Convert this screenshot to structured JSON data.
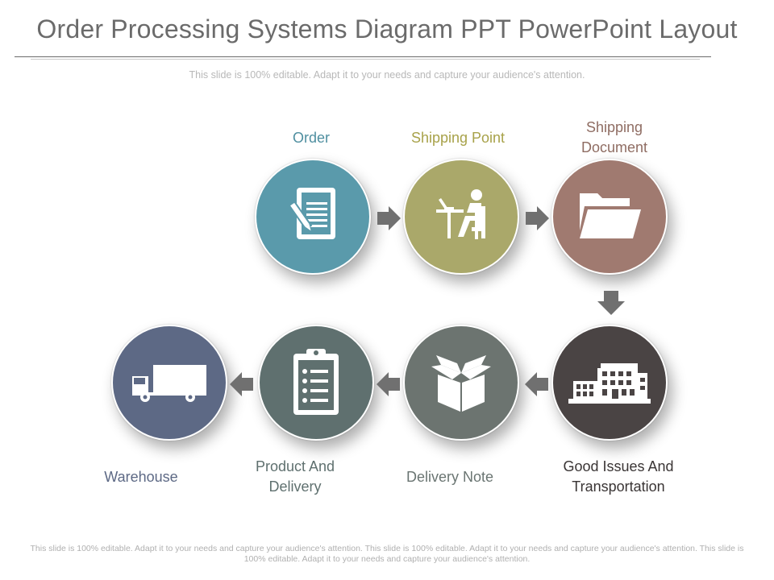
{
  "header": {
    "title": "Order Processing Systems Diagram PPT PowerPoint Layout",
    "subtitle": "This slide is 100% editable. Adapt it to your needs and capture your audience's attention."
  },
  "footer": {
    "text": "This slide is 100% editable. Adapt it to your needs and capture your audience's attention. This slide is 100% editable. Adapt it to your needs and capture your audience's attention. This slide is 100% editable. Adapt it to your needs and capture your audience's attention."
  },
  "steps": [
    {
      "label_line1": "Order",
      "label_line2": "",
      "icon": "document-pen-icon",
      "color": "#5a9aab"
    },
    {
      "label_line1": "Shipping Point",
      "label_line2": "",
      "icon": "person-at-desk-icon",
      "color": "#aaa86a"
    },
    {
      "label_line1": "Shipping",
      "label_line2": "Document",
      "icon": "folder-icon",
      "color": "#a07a70"
    },
    {
      "label_line1": "Good Issues And",
      "label_line2": "Transportation",
      "icon": "building-icon",
      "color": "#4a4444"
    },
    {
      "label_line1": "Delivery Note",
      "label_line2": "",
      "icon": "open-box-icon",
      "color": "#6c7470"
    },
    {
      "label_line1": "Product And",
      "label_line2": "Delivery",
      "icon": "clipboard-checklist-icon",
      "color": "#5f706f"
    },
    {
      "label_line1": "Warehouse",
      "label_line2": "",
      "icon": "truck-icon",
      "color": "#5d6985"
    }
  ],
  "colors": {
    "arrow": "#707070",
    "label_order": "#4f8fa0",
    "label_shipping_point": "#a8a24a",
    "label_shipping_document": "#8f6d63",
    "label_good_issues": "#3a3535",
    "label_delivery_note": "#6a7572",
    "label_product_delivery": "#5f706f",
    "label_warehouse": "#5d6985"
  }
}
